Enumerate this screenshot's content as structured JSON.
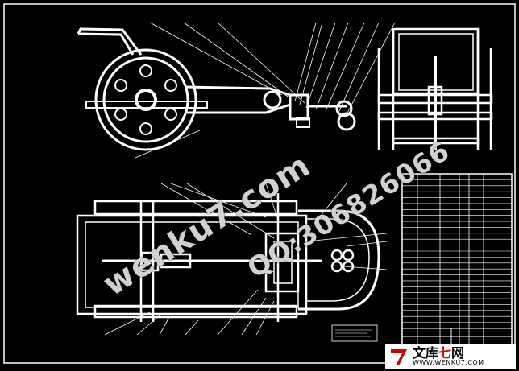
{
  "drawing": {
    "background_color": "#000000",
    "line_color": "#ffffff",
    "leader_color": "#ffffff",
    "parts_list_rows": 26,
    "title_block_text_illegible": true
  },
  "watermark": {
    "site_text": "wenku7.com",
    "qq_text": "QQ:306826066"
  },
  "logo": {
    "name_part1": "文库",
    "name_part2": "七",
    "name_part3": "网",
    "url": "WWW.WENKU7.COM",
    "accent_color": "#d40000"
  }
}
